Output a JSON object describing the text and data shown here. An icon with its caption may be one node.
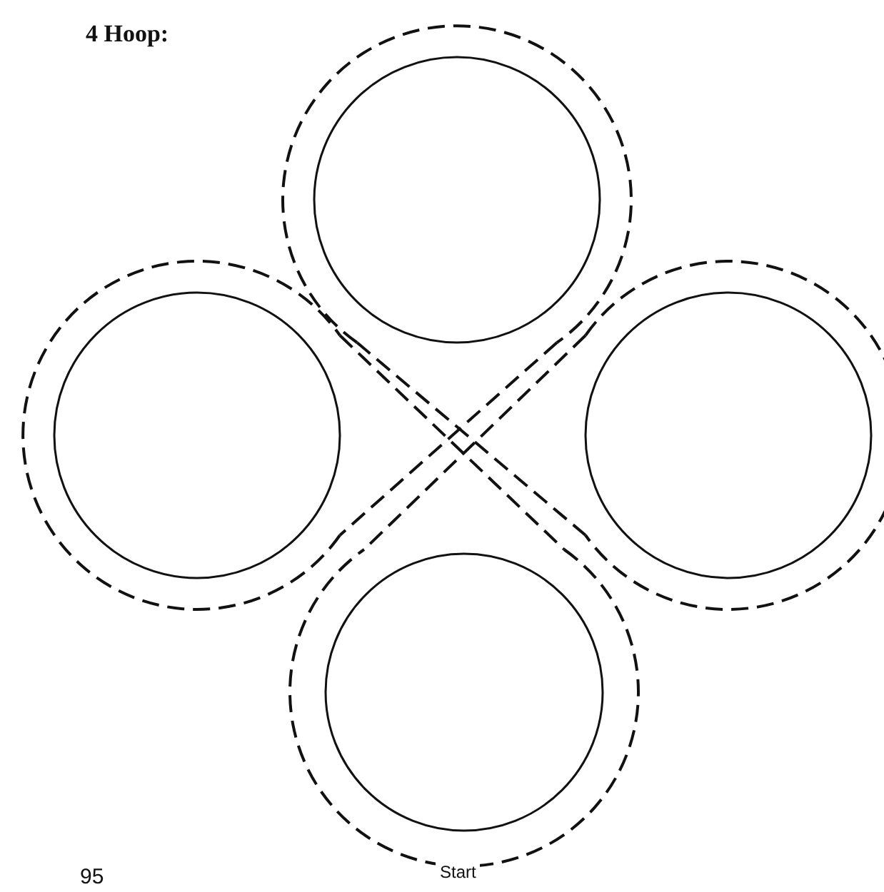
{
  "diagram": {
    "title": "4 Hoop:",
    "labels": [
      "Start",
      "95"
    ]
  }
}
